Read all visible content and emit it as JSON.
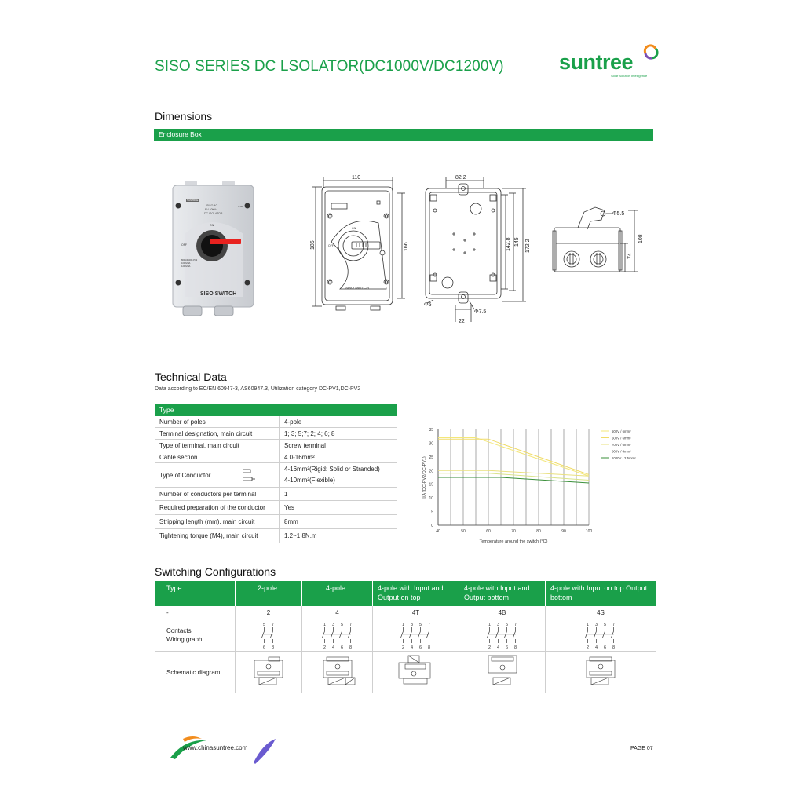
{
  "header": {
    "title": "SISO SERIES DC LSOLATOR(DC1000V/DC1200V)",
    "logo_word": "suntree",
    "logo_tagline": "Solar Solution Intelligence"
  },
  "dimensions": {
    "heading": "Dimensions",
    "bar_label": "Enclosure Box",
    "photo": {
      "label1": "SUNTREE",
      "label2": "IP66",
      "text1": "SISO-40",
      "text2": "PV 40KA4",
      "text3": "DC ISOLATOR",
      "on": "ON",
      "off": "OFF",
      "small1": "800V/4A/DC-PV2",
      "small2": "1000V/4A",
      "small3": "1200V/4A",
      "brand": "SISO SWITCH"
    },
    "front": {
      "w": "110",
      "h1": "185",
      "h2": "166",
      "on": "ON",
      "off": "OFF",
      "brand": "SISO SWITCH"
    },
    "back": {
      "w": "82.2",
      "h1": "142.8",
      "h2": "145",
      "h3": "172.2",
      "d1": "Φ5",
      "d2": "Φ7.5",
      "d3": "22"
    },
    "side": {
      "d": "Φ5.5",
      "h1": "74",
      "h2": "108"
    }
  },
  "technical": {
    "heading": "Technical Data",
    "subtitle": "Data according to EC/EN 60947-3, AS60947.3, Utilization category DC-PV1,DC-PV2",
    "bar_label": "Type",
    "rows": [
      {
        "k": "Number of poles",
        "v": "4-pole"
      },
      {
        "k": "Terminal designation, main circuit",
        "v": "1; 3; 5;7; 2; 4; 6; 8"
      },
      {
        "k": "Type of terminal, main circuit",
        "v": "Screw terminal"
      },
      {
        "k": "Cable section",
        "v": "4.0-16mm²"
      },
      {
        "k": "Type of Conductor",
        "v": "4-16mm²(Rigid: Solid or Stranded)",
        "v2": "4-10mm²(Flexible)"
      },
      {
        "k": "Number of conductors per terminal",
        "v": "1"
      },
      {
        "k": "Required preparation of the conductor",
        "v": "Yes"
      },
      {
        "k": "Stripping length (mm), main circuit",
        "v": "8mm"
      },
      {
        "k": "Tightening torque (M4), main circuit",
        "v": "1.2~1.8N.m"
      }
    ]
  },
  "chart_data": {
    "type": "line",
    "title": "",
    "xlabel": "Temperature around the switch (°C)",
    "ylabel": "I/A (DC-PV2/DC-PV1)",
    "xlim": [
      40,
      100
    ],
    "ylim": [
      0,
      35
    ],
    "xticks": [
      40,
      50,
      60,
      70,
      80,
      90,
      100
    ],
    "yticks": [
      0,
      5,
      10,
      15,
      20,
      25,
      30,
      35
    ],
    "grid": "vertical",
    "legend": "top-right",
    "series": [
      {
        "name": "500V / 6mm²",
        "color": "#f3e77a",
        "x": [
          40,
          55,
          100
        ],
        "y": [
          32,
          32,
          18
        ]
      },
      {
        "name": "600V / 6mm²",
        "color": "#f0dc6a",
        "x": [
          40,
          60,
          100
        ],
        "y": [
          31.5,
          31.5,
          18.5
        ]
      },
      {
        "name": "700V / 6mm²",
        "color": "#e9e07e",
        "x": [
          40,
          60,
          100
        ],
        "y": [
          20,
          20,
          18
        ]
      },
      {
        "name": "800V / 4mm²",
        "color": "#d9e38a",
        "x": [
          40,
          60,
          100
        ],
        "y": [
          19,
          19,
          16.5
        ]
      },
      {
        "name": "1000V / 2.5mm²",
        "color": "#3a8f3a",
        "x": [
          40,
          65,
          100
        ],
        "y": [
          17.5,
          17.5,
          15.5
        ]
      }
    ]
  },
  "switching": {
    "heading": "Switching Configurations",
    "headers": [
      "Type",
      "2-pole",
      "4-pole",
      "4-pole with Input and Output on top",
      "4-pole with Input and Output bottom",
      "4-pole with Input on top Output bottom"
    ],
    "codes": [
      "-",
      "2",
      "4",
      "4T",
      "4B",
      "4S"
    ],
    "row2_label": "Contacts\nWiring graph",
    "row3_label": "Schematic diagram"
  },
  "footer": {
    "url": "www.chinasuntree.com",
    "page": "PAGE 07"
  }
}
